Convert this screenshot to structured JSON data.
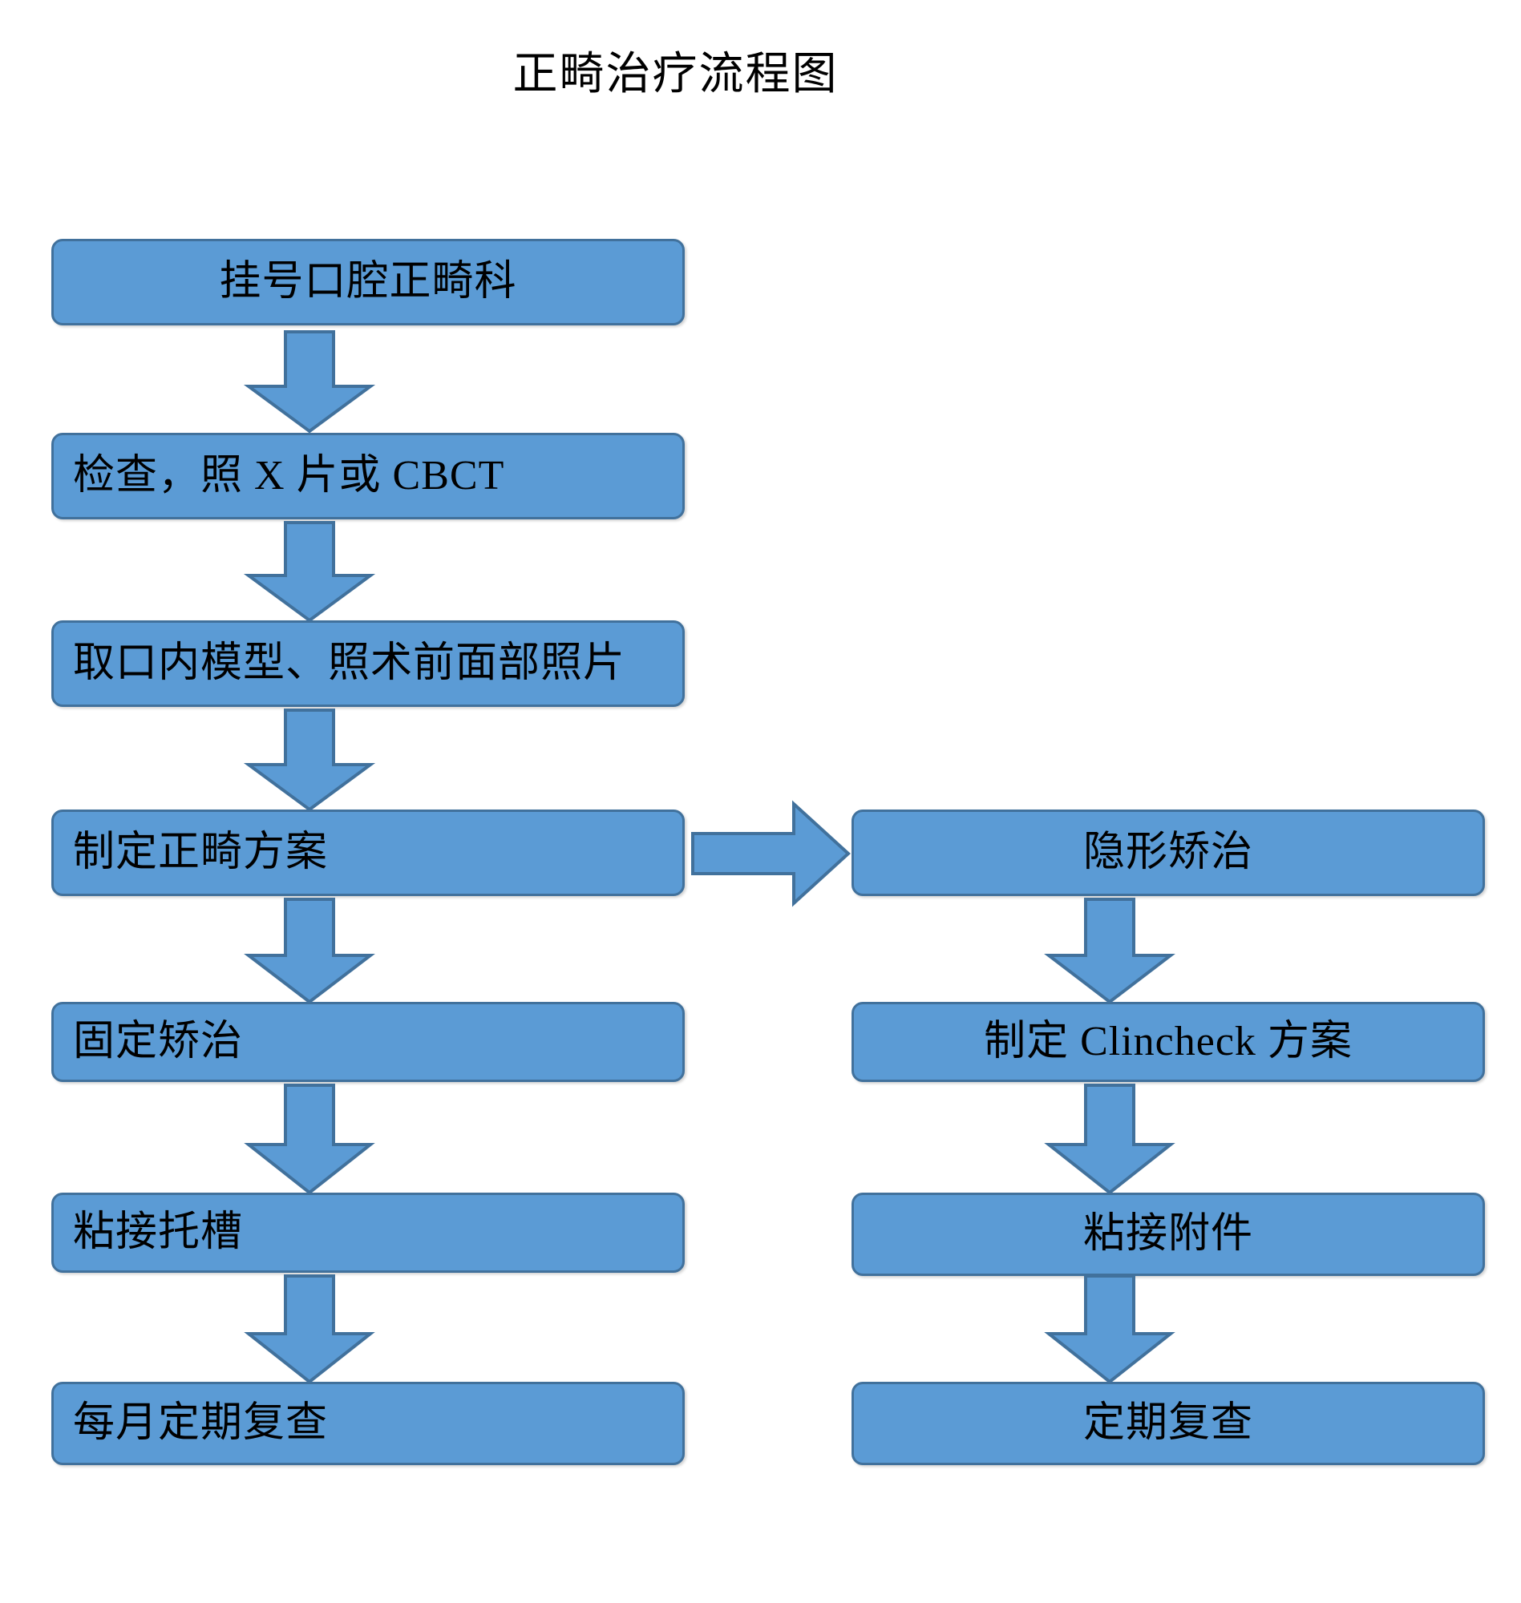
{
  "title": "正畸治疗流程图",
  "theme": {
    "node_fill": "#5B9BD5",
    "node_border": "#41719C",
    "text_color": "#000000",
    "background": "#ffffff"
  },
  "diagram": {
    "type": "flowchart",
    "orientation": "top-to-bottom, with one branch to the right",
    "columns": [
      {
        "id": "fixed-appliance-branch",
        "nodes": [
          {
            "id": "n1",
            "label": "挂号口腔正畸科",
            "align": "center"
          },
          {
            "id": "n2",
            "label": "检查，照 X 片或 CBCT",
            "align": "left"
          },
          {
            "id": "n3",
            "label": "取口内模型、照术前面部照片",
            "align": "left"
          },
          {
            "id": "n4",
            "label": "制定正畸方案",
            "align": "left"
          },
          {
            "id": "n5",
            "label": "固定矫治",
            "align": "left"
          },
          {
            "id": "n6",
            "label": "粘接托槽",
            "align": "left"
          },
          {
            "id": "n7",
            "label": "每月定期复查",
            "align": "left"
          }
        ]
      },
      {
        "id": "clear-aligner-branch",
        "nodes": [
          {
            "id": "r1",
            "label": "隐形矫治",
            "align": "center"
          },
          {
            "id": "r2",
            "label": "制定 Clincheck 方案",
            "align": "center"
          },
          {
            "id": "r3",
            "label": "粘接附件",
            "align": "center"
          },
          {
            "id": "r4",
            "label": "定期复查",
            "align": "center"
          }
        ]
      }
    ],
    "connectors": [
      {
        "id": "c1",
        "from": "n1",
        "to": "n2",
        "direction": "down"
      },
      {
        "id": "c2",
        "from": "n2",
        "to": "n3",
        "direction": "down"
      },
      {
        "id": "c3",
        "from": "n3",
        "to": "n4",
        "direction": "down"
      },
      {
        "id": "c4",
        "from": "n4",
        "to": "n5",
        "direction": "down"
      },
      {
        "id": "c5",
        "from": "n5",
        "to": "n6",
        "direction": "down"
      },
      {
        "id": "c6",
        "from": "n6",
        "to": "n7",
        "direction": "down"
      },
      {
        "id": "c7",
        "from": "n4",
        "to": "r1",
        "direction": "right"
      },
      {
        "id": "c8",
        "from": "r1",
        "to": "r2",
        "direction": "down"
      },
      {
        "id": "c9",
        "from": "r2",
        "to": "r3",
        "direction": "down"
      },
      {
        "id": "c10",
        "from": "r3",
        "to": "r4",
        "direction": "down"
      }
    ]
  }
}
